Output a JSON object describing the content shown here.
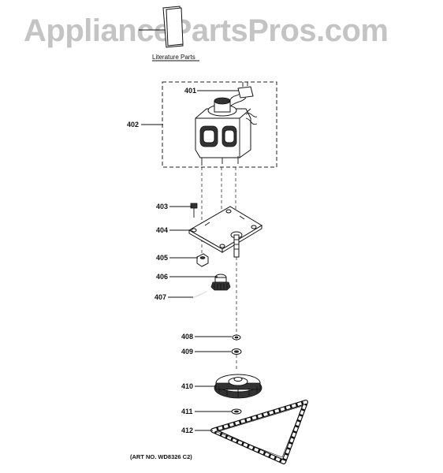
{
  "watermark": "AppliancePartsPros.com",
  "literature_label": "Literature Parts",
  "art_number": "(ART NO. WD8326 C2)",
  "callouts": [
    {
      "id": "401",
      "label": "401",
      "part": "motor-wire-connector"
    },
    {
      "id": "402",
      "label": "402",
      "part": "drive-motor-assembly"
    },
    {
      "id": "403",
      "label": "403",
      "part": "screw"
    },
    {
      "id": "404",
      "label": "404",
      "part": "motor-mounting-plate"
    },
    {
      "id": "405",
      "label": "405",
      "part": "nut"
    },
    {
      "id": "406",
      "label": "406",
      "part": "drive-sprocket"
    },
    {
      "id": "407",
      "label": "407",
      "part": "roll-pin"
    },
    {
      "id": "408",
      "label": "408",
      "part": "washer-small"
    },
    {
      "id": "409",
      "label": "409",
      "part": "washer-large"
    },
    {
      "id": "410",
      "label": "410",
      "part": "driven-sprocket"
    },
    {
      "id": "411",
      "label": "411",
      "part": "spacer"
    },
    {
      "id": "412",
      "label": "412",
      "part": "chain"
    }
  ]
}
